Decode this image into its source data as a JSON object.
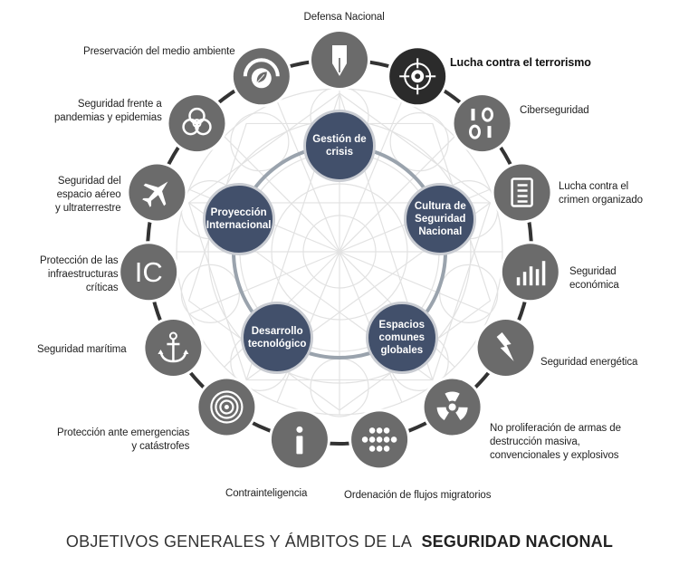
{
  "objectives": [
    {
      "lines": [
        "Gestión de",
        "crisis"
      ]
    },
    {
      "lines": [
        "Cultura de",
        "Seguridad",
        "Nacional"
      ]
    },
    {
      "lines": [
        "Espacios",
        "comunes",
        "globales"
      ]
    },
    {
      "lines": [
        "Desarrollo",
        "tecnológico"
      ]
    },
    {
      "lines": [
        "Proyección",
        "Internacional"
      ]
    }
  ],
  "areas": [
    {
      "icon": "pen-nib-icon",
      "lines": [
        "Defensa Nacional"
      ]
    },
    {
      "icon": "crosshair-icon",
      "lines": [
        "Lucha contra el terrorismo"
      ],
      "highlight": true
    },
    {
      "icon": "binary-icon",
      "lines": [
        "Ciberseguridad"
      ]
    },
    {
      "icon": "document-list-icon",
      "lines": [
        "Lucha contra el",
        "crimen organizado"
      ]
    },
    {
      "icon": "bar-chart-icon",
      "lines": [
        "Seguridad",
        "económica"
      ]
    },
    {
      "icon": "lightning-icon",
      "lines": [
        "Seguridad energética"
      ]
    },
    {
      "icon": "radiation-icon",
      "lines": [
        "No proliferación de armas de",
        "destrucción masiva,",
        "convencionales y explosivos"
      ]
    },
    {
      "icon": "dots-grid-icon",
      "lines": [
        "Ordenación de flujos migratorios"
      ]
    },
    {
      "icon": "info-icon",
      "lines": [
        "Contrainteligencia"
      ]
    },
    {
      "icon": "concentric-circles-icon",
      "lines": [
        "Protección ante emergencias",
        "y catástrofes"
      ]
    },
    {
      "icon": "anchor-icon",
      "lines": [
        "Seguridad marítima"
      ]
    },
    {
      "icon": "ic-letters-icon",
      "lines": [
        "Protección de las",
        "infraestructuras",
        "críticas"
      ],
      "glyph": "IC"
    },
    {
      "icon": "airplane-icon",
      "lines": [
        "Seguridad del",
        "espacio aéreo",
        "y ultraterrestre"
      ]
    },
    {
      "icon": "biohazard-icon",
      "lines": [
        "Seguridad frente a",
        "pandemias y epidemias"
      ]
    },
    {
      "icon": "leaf-icon",
      "lines": [
        "Preservación del medio ambiente"
      ]
    }
  ],
  "footer": {
    "prefix": "OBJETIVOS GENERALES Y ÁMBITOS DE LA",
    "emphasis": "SEGURIDAD NACIONAL"
  },
  "colors": {
    "icon_circle": "#6b6b6b",
    "highlight_circle": "#2b2b2b",
    "objective": "#42506b",
    "ring": "#9aa3ad",
    "outer_ring": "#333333"
  }
}
